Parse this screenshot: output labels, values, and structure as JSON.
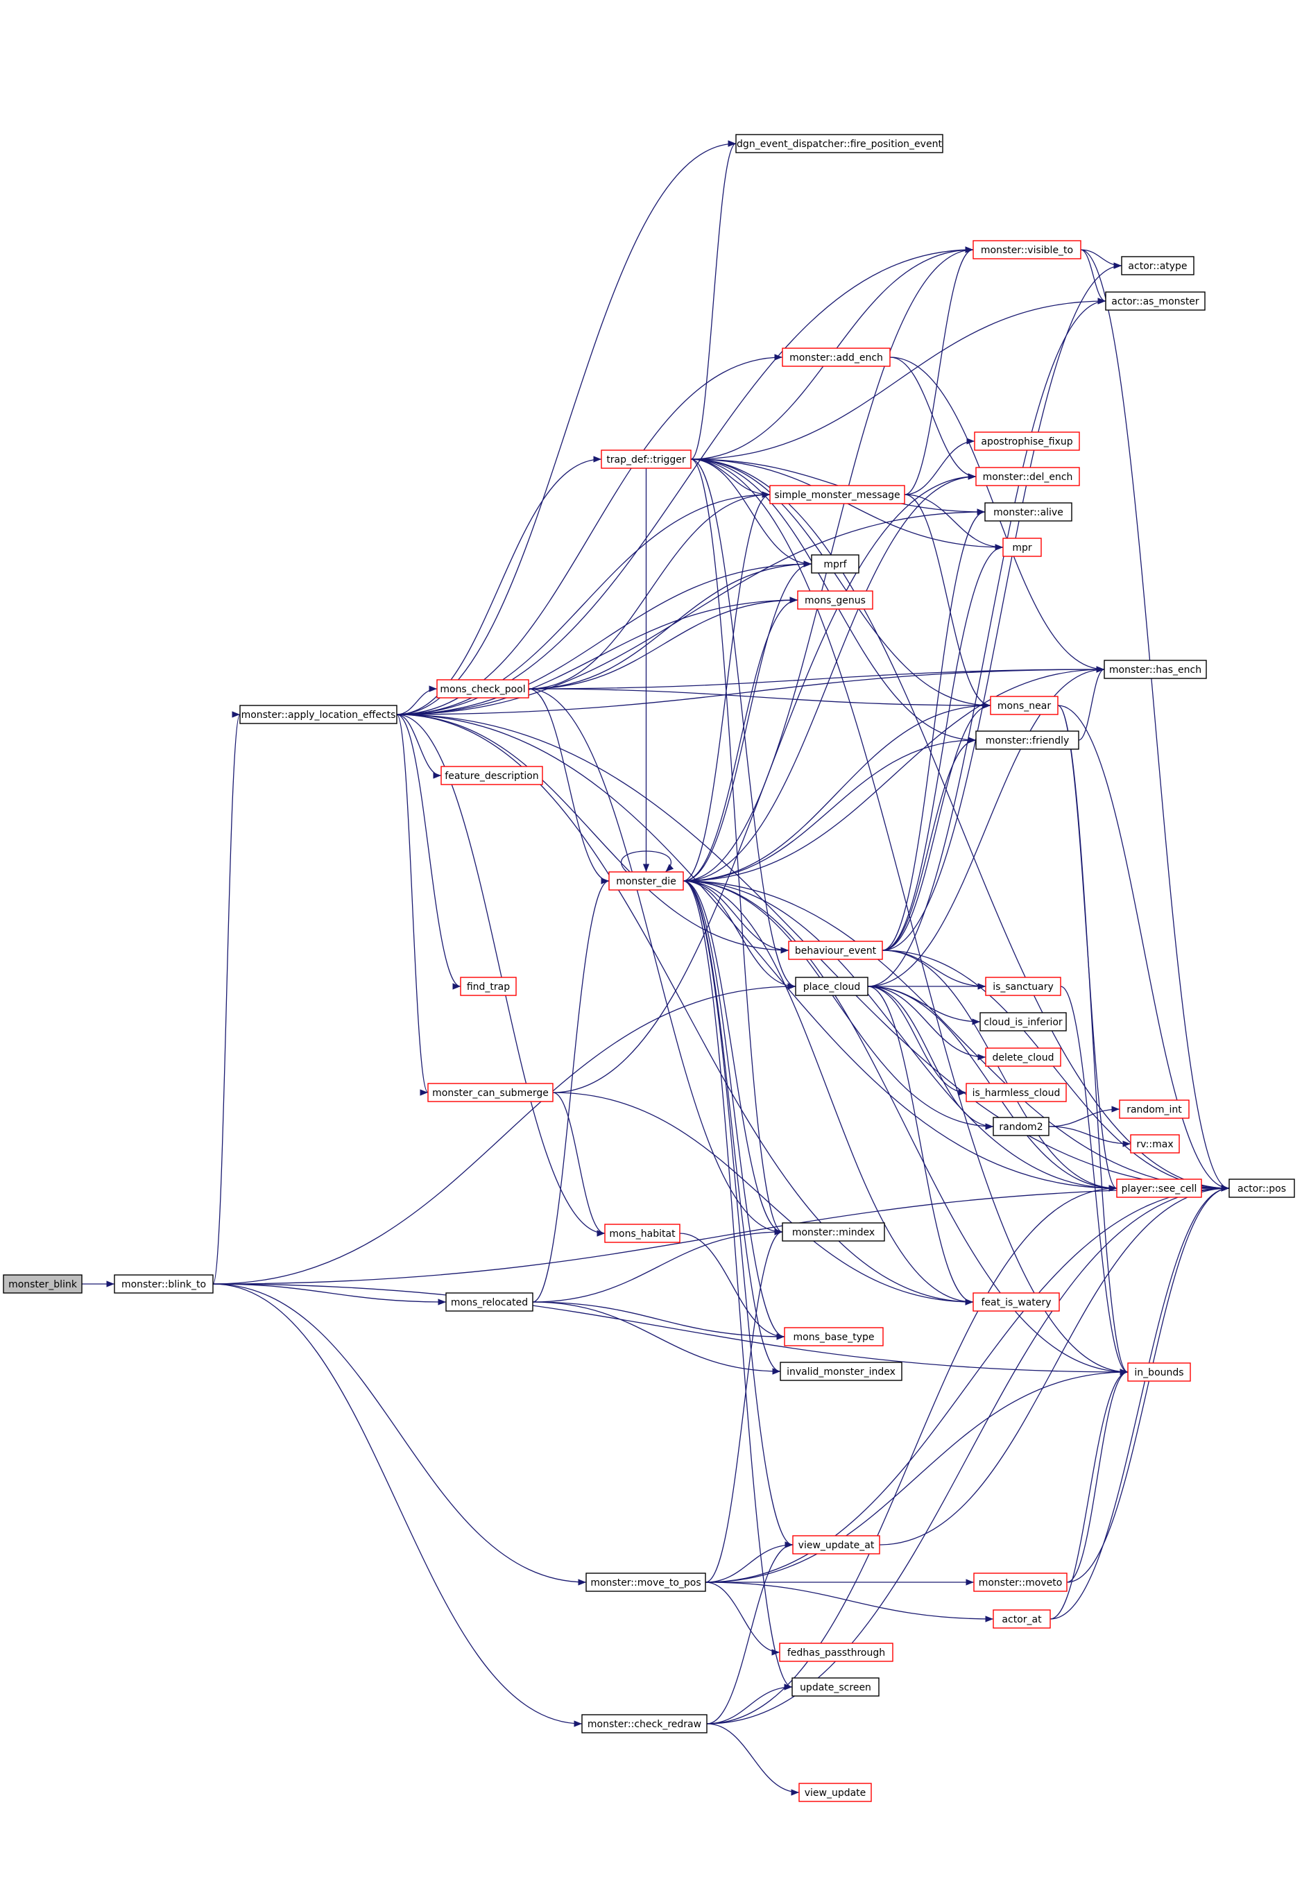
{
  "nodes": {
    "monster_blink": {
      "label": "monster_blink",
      "style": "root"
    },
    "blink_to": {
      "label": "monster::blink_to",
      "style": "black"
    },
    "apply_location_effects": {
      "label": "monster::apply_location_effects",
      "style": "black"
    },
    "mons_check_pool": {
      "label": "mons_check_pool",
      "style": "red"
    },
    "feature_description": {
      "label": "feature_description",
      "style": "red"
    },
    "find_trap": {
      "label": "find_trap",
      "style": "red"
    },
    "monster_can_submerge": {
      "label": "monster_can_submerge",
      "style": "red"
    },
    "mons_habitat": {
      "label": "mons_habitat",
      "style": "red"
    },
    "mons_relocated": {
      "label": "mons_relocated",
      "style": "black"
    },
    "move_to_pos": {
      "label": "monster::move_to_pos",
      "style": "black"
    },
    "check_redraw": {
      "label": "monster::check_redraw",
      "style": "black"
    },
    "fire_position_event": {
      "label": "dgn_event_dispatcher::fire_position_event",
      "style": "black"
    },
    "add_ench": {
      "label": "monster::add_ench",
      "style": "red"
    },
    "trap_trigger": {
      "label": "trap_def::trigger",
      "style": "red"
    },
    "simple_monster_message": {
      "label": "simple_monster_message",
      "style": "red"
    },
    "mprf": {
      "label": "mprf",
      "style": "black"
    },
    "mons_genus": {
      "label": "mons_genus",
      "style": "red"
    },
    "monster_die": {
      "label": "monster_die",
      "style": "red"
    },
    "behaviour_event": {
      "label": "behaviour_event",
      "style": "red"
    },
    "place_cloud": {
      "label": "place_cloud",
      "style": "black"
    },
    "mindex": {
      "label": "monster::mindex",
      "style": "black"
    },
    "mons_base_type": {
      "label": "mons_base_type",
      "style": "red"
    },
    "invalid_monster_index": {
      "label": "invalid_monster_index",
      "style": "black"
    },
    "view_update_at": {
      "label": "view_update_at",
      "style": "red"
    },
    "fedhas_passthrough": {
      "label": "fedhas_passthrough",
      "style": "red"
    },
    "update_screen": {
      "label": "update_screen",
      "style": "black"
    },
    "view_update": {
      "label": "view_update",
      "style": "red"
    },
    "visible_to": {
      "label": "monster::visible_to",
      "style": "red"
    },
    "atype": {
      "label": "actor::atype",
      "style": "black"
    },
    "as_monster": {
      "label": "actor::as_monster",
      "style": "black"
    },
    "apostrophise_fixup": {
      "label": "apostrophise_fixup",
      "style": "red"
    },
    "del_ench": {
      "label": "monster::del_ench",
      "style": "red"
    },
    "alive": {
      "label": "monster::alive",
      "style": "black"
    },
    "mpr": {
      "label": "mpr",
      "style": "red"
    },
    "has_ench": {
      "label": "monster::has_ench",
      "style": "black"
    },
    "mons_near": {
      "label": "mons_near",
      "style": "red"
    },
    "friendly": {
      "label": "monster::friendly",
      "style": "black"
    },
    "is_sanctuary": {
      "label": "is_sanctuary",
      "style": "red"
    },
    "cloud_is_inferior": {
      "label": "cloud_is_inferior",
      "style": "black"
    },
    "delete_cloud": {
      "label": "delete_cloud",
      "style": "red"
    },
    "is_harmless_cloud": {
      "label": "is_harmless_cloud",
      "style": "red"
    },
    "random2": {
      "label": "random2",
      "style": "black"
    },
    "random_int": {
      "label": "random_int",
      "style": "red"
    },
    "rv_max": {
      "label": "rv::max",
      "style": "red"
    },
    "see_cell": {
      "label": "player::see_cell",
      "style": "red"
    },
    "actor_pos": {
      "label": "actor::pos",
      "style": "black"
    },
    "feat_is_watery": {
      "label": "feat_is_watery",
      "style": "red"
    },
    "in_bounds": {
      "label": "in_bounds",
      "style": "red"
    },
    "moveto": {
      "label": "monster::moveto",
      "style": "red"
    },
    "actor_at": {
      "label": "actor_at",
      "style": "red"
    }
  },
  "edges": [
    [
      "monster_blink",
      "blink_to"
    ],
    [
      "blink_to",
      "apply_location_effects"
    ],
    [
      "blink_to",
      "mons_relocated"
    ],
    [
      "blink_to",
      "move_to_pos"
    ],
    [
      "blink_to",
      "check_redraw"
    ],
    [
      "blink_to",
      "place_cloud"
    ],
    [
      "blink_to",
      "actor_pos"
    ],
    [
      "blink_to",
      "in_bounds"
    ],
    [
      "apply_location_effects",
      "fire_position_event"
    ],
    [
      "apply_location_effects",
      "add_ench"
    ],
    [
      "apply_location_effects",
      "trap_trigger"
    ],
    [
      "apply_location_effects",
      "simple_monster_message"
    ],
    [
      "apply_location_effects",
      "mprf"
    ],
    [
      "apply_location_effects",
      "mons_genus"
    ],
    [
      "apply_location_effects",
      "mons_check_pool"
    ],
    [
      "apply_location_effects",
      "feature_description"
    ],
    [
      "apply_location_effects",
      "find_trap"
    ],
    [
      "apply_location_effects",
      "monster_can_submerge"
    ],
    [
      "apply_location_effects",
      "mons_habitat"
    ],
    [
      "apply_location_effects",
      "behaviour_event"
    ],
    [
      "apply_location_effects",
      "has_ench"
    ],
    [
      "apply_location_effects",
      "see_cell"
    ],
    [
      "apply_location_effects",
      "visible_to"
    ],
    [
      "apply_location_effects",
      "actor_pos"
    ],
    [
      "apply_location_effects",
      "alive"
    ],
    [
      "apply_location_effects",
      "feat_is_watery"
    ],
    [
      "mons_check_pool",
      "mprf"
    ],
    [
      "mons_check_pool",
      "mons_genus"
    ],
    [
      "mons_check_pool",
      "monster_die"
    ],
    [
      "mons_check_pool",
      "mons_near"
    ],
    [
      "mons_check_pool",
      "has_ench"
    ],
    [
      "mons_check_pool",
      "mindex"
    ],
    [
      "mons_check_pool",
      "simple_monster_message"
    ],
    [
      "monster_can_submerge",
      "mons_habitat"
    ],
    [
      "monster_can_submerge",
      "feat_is_watery"
    ],
    [
      "monster_can_submerge",
      "del_ench"
    ],
    [
      "mons_habitat",
      "mons_base_type"
    ],
    [
      "mons_relocated",
      "mindex"
    ],
    [
      "mons_relocated",
      "mons_base_type"
    ],
    [
      "mons_relocated",
      "invalid_monster_index"
    ],
    [
      "mons_relocated",
      "monster_die"
    ],
    [
      "move_to_pos",
      "moveto"
    ],
    [
      "move_to_pos",
      "actor_at"
    ],
    [
      "move_to_pos",
      "fedhas_passthrough"
    ],
    [
      "move_to_pos",
      "view_update_at"
    ],
    [
      "move_to_pos",
      "in_bounds"
    ],
    [
      "move_to_pos",
      "actor_pos"
    ],
    [
      "move_to_pos",
      "mindex"
    ],
    [
      "check_redraw",
      "update_screen"
    ],
    [
      "check_redraw",
      "view_update"
    ],
    [
      "check_redraw",
      "view_update_at"
    ],
    [
      "check_redraw",
      "see_cell"
    ],
    [
      "check_redraw",
      "actor_pos"
    ],
    [
      "add_ench",
      "del_ench"
    ],
    [
      "add_ench",
      "has_ench"
    ],
    [
      "trap_trigger",
      "fire_position_event"
    ],
    [
      "trap_trigger",
      "visible_to"
    ],
    [
      "trap_trigger",
      "actor_pos"
    ],
    [
      "trap_trigger",
      "simple_monster_message"
    ],
    [
      "trap_trigger",
      "mprf"
    ],
    [
      "trap_trigger",
      "mpr"
    ],
    [
      "trap_trigger",
      "monster_die"
    ],
    [
      "trap_trigger",
      "place_cloud"
    ],
    [
      "trap_trigger",
      "mons_near"
    ],
    [
      "trap_trigger",
      "alive"
    ],
    [
      "trap_trigger",
      "friendly"
    ],
    [
      "trap_trigger",
      "in_bounds"
    ],
    [
      "trap_trigger",
      "as_monster"
    ],
    [
      "trap_trigger",
      "mindex"
    ],
    [
      "simple_monster_message",
      "apostrophise_fixup"
    ],
    [
      "simple_monster_message",
      "mpr"
    ],
    [
      "simple_monster_message",
      "visible_to"
    ],
    [
      "simple_monster_message",
      "mons_near"
    ],
    [
      "monster_die",
      "monster_die"
    ],
    [
      "monster_die",
      "behaviour_event"
    ],
    [
      "monster_die",
      "place_cloud"
    ],
    [
      "monster_die",
      "mindex"
    ],
    [
      "monster_die",
      "invalid_monster_index"
    ],
    [
      "monster_die",
      "mons_base_type"
    ],
    [
      "monster_die",
      "update_screen"
    ],
    [
      "monster_die",
      "view_update_at"
    ],
    [
      "monster_die",
      "random2"
    ],
    [
      "monster_die",
      "see_cell"
    ],
    [
      "monster_die",
      "actor_pos"
    ],
    [
      "monster_die",
      "in_bounds"
    ],
    [
      "monster_die",
      "mprf"
    ],
    [
      "monster_die",
      "mons_genus"
    ],
    [
      "monster_die",
      "simple_monster_message"
    ],
    [
      "monster_die",
      "mons_near"
    ],
    [
      "monster_die",
      "friendly"
    ],
    [
      "monster_die",
      "has_ench"
    ],
    [
      "monster_die",
      "visible_to"
    ],
    [
      "monster_die",
      "del_ench"
    ],
    [
      "monster_die",
      "feat_is_watery"
    ],
    [
      "behaviour_event",
      "is_sanctuary"
    ],
    [
      "behaviour_event",
      "see_cell"
    ],
    [
      "behaviour_event",
      "mons_near"
    ],
    [
      "behaviour_event",
      "friendly"
    ],
    [
      "behaviour_event",
      "alive"
    ],
    [
      "behaviour_event",
      "atype"
    ],
    [
      "behaviour_event",
      "actor_pos"
    ],
    [
      "behaviour_event",
      "mpr"
    ],
    [
      "place_cloud",
      "is_sanctuary"
    ],
    [
      "place_cloud",
      "cloud_is_inferior"
    ],
    [
      "place_cloud",
      "delete_cloud"
    ],
    [
      "place_cloud",
      "is_harmless_cloud"
    ],
    [
      "place_cloud",
      "random2"
    ],
    [
      "place_cloud",
      "feat_is_watery"
    ],
    [
      "place_cloud",
      "see_cell"
    ],
    [
      "place_cloud",
      "has_ench"
    ],
    [
      "place_cloud",
      "as_monster"
    ],
    [
      "visible_to",
      "atype"
    ],
    [
      "visible_to",
      "as_monster"
    ],
    [
      "visible_to",
      "actor_pos"
    ],
    [
      "mons_near",
      "see_cell"
    ],
    [
      "mons_near",
      "actor_pos"
    ],
    [
      "mons_near",
      "in_bounds"
    ],
    [
      "friendly",
      "has_ench"
    ],
    [
      "is_sanctuary",
      "in_bounds"
    ],
    [
      "random2",
      "random_int"
    ],
    [
      "random2",
      "rv_max"
    ],
    [
      "see_cell",
      "actor_pos"
    ],
    [
      "moveto",
      "in_bounds"
    ],
    [
      "moveto",
      "actor_pos"
    ],
    [
      "actor_at",
      "in_bounds"
    ],
    [
      "actor_at",
      "actor_pos"
    ],
    [
      "view_update_at",
      "actor_pos"
    ]
  ]
}
